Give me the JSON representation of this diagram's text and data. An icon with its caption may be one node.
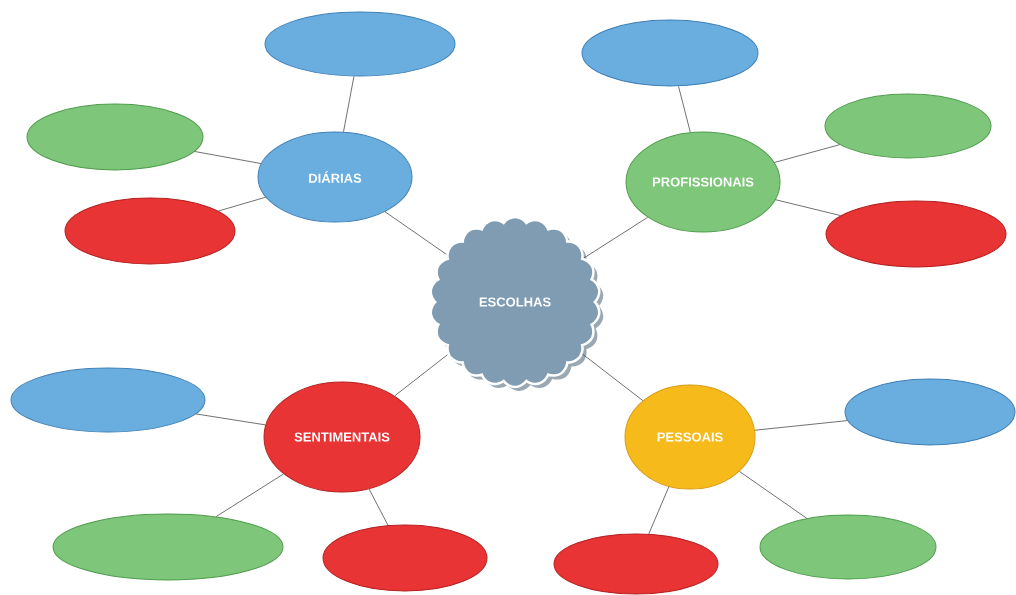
{
  "diagram": {
    "nodes": [
      {
        "text": [
          "ESCOLHAS"
        ]
      },
      {
        "text": [
          "DIÁRIAS"
        ]
      },
      {
        "text": [],
        "shape": "ellipse"
      },
      {
        "text": [],
        "shape": "ellipse"
      },
      {
        "text": [],
        "shape": "ellipse"
      },
      {
        "text": [
          "PROFISSIONAIS"
        ]
      },
      {
        "text": [],
        "shape": "ellipse"
      },
      {
        "text": [],
        "shape": "ellipse"
      },
      {
        "text": [],
        "shape": "ellipse"
      },
      {
        "text": [
          "SENTIMENTAIS"
        ]
      },
      {
        "text": [],
        "shape": "ellipse"
      },
      {
        "text": [],
        "shape": "ellipse"
      },
      {
        "text": [],
        "shape": "ellipse"
      },
      {
        "text": [
          "PESSOAIS"
        ]
      },
      {
        "text": [],
        "shape": "ellipse"
      },
      {
        "text": [],
        "shape": "ellipse"
      },
      {
        "text": [],
        "shape": "ellipse"
      }
    ],
    "edges": [
      {
        "from": 0,
        "to": 1,
        "arrow": "none"
      },
      {
        "from": 0,
        "to": 5,
        "arrow": "none"
      },
      {
        "from": 0,
        "to": 9,
        "arrow": "none"
      },
      {
        "from": 0,
        "to": 13,
        "arrow": "none"
      },
      {
        "from": 1,
        "to": 2,
        "arrow": "none"
      },
      {
        "from": 1,
        "to": 3,
        "arrow": "none"
      },
      {
        "from": 1,
        "to": 4,
        "arrow": "none"
      },
      {
        "from": 5,
        "to": 6,
        "arrow": "none"
      },
      {
        "from": 5,
        "to": 7,
        "arrow": "none"
      },
      {
        "from": 5,
        "to": 8,
        "arrow": "none"
      },
      {
        "from": 9,
        "to": 10,
        "arrow": "none"
      },
      {
        "from": 9,
        "to": 11,
        "arrow": "none"
      },
      {
        "from": 9,
        "to": 12,
        "arrow": "none"
      },
      {
        "from": 13,
        "to": 14,
        "arrow": "none"
      },
      {
        "from": 13,
        "to": 15,
        "arrow": "none"
      },
      {
        "from": 13,
        "to": 16,
        "arrow": "none"
      }
    ]
  }
}
